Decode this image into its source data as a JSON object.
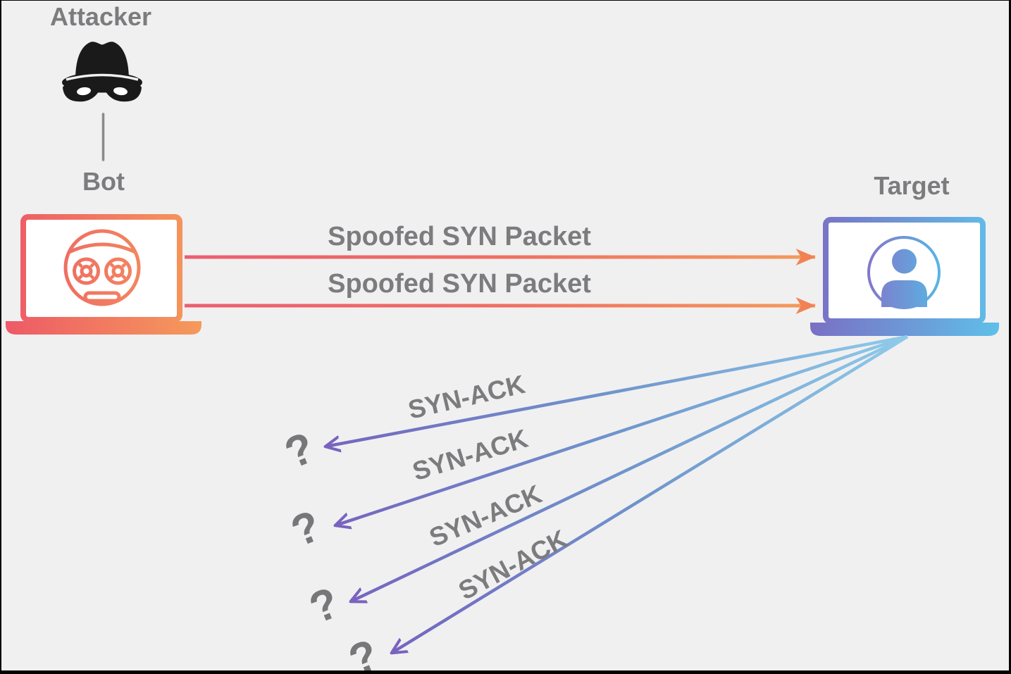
{
  "diagram": {
    "background_color": "#F1F0F1",
    "labels": {
      "attacker": "Attacker",
      "bot": "Bot",
      "target": "Target"
    },
    "spoofed_packets": [
      {
        "label": "Spoofed SYN Packet"
      },
      {
        "label": "Spoofed SYN Packet"
      }
    ],
    "syn_ack_arrows": [
      {
        "label": "SYN-ACK",
        "destination": "?"
      },
      {
        "label": "SYN-ACK",
        "destination": "?"
      },
      {
        "label": "SYN-ACK",
        "destination": "?"
      },
      {
        "label": "SYN-ACK",
        "destination": "?"
      }
    ],
    "icons": [
      {
        "name": "spy-icon"
      },
      {
        "name": "robot-laptop-icon"
      },
      {
        "name": "user-laptop-icon"
      }
    ],
    "colors": {
      "text_gray": "#7C7C7E",
      "attack_line_start": "#EC5E6F",
      "attack_line_end": "#F49B5B",
      "bot_gradient_start": "#ED5A62",
      "bot_gradient_end": "#F59B5B",
      "target_gradient_start": "#7A6FC4",
      "target_gradient_end": "#5FC0E9",
      "synack_line_purple": "#7465BF",
      "synack_line_blue": "#8FCBEA",
      "icon_black": "#1A1A1A",
      "connector_gray": "#8A8A8A"
    }
  }
}
